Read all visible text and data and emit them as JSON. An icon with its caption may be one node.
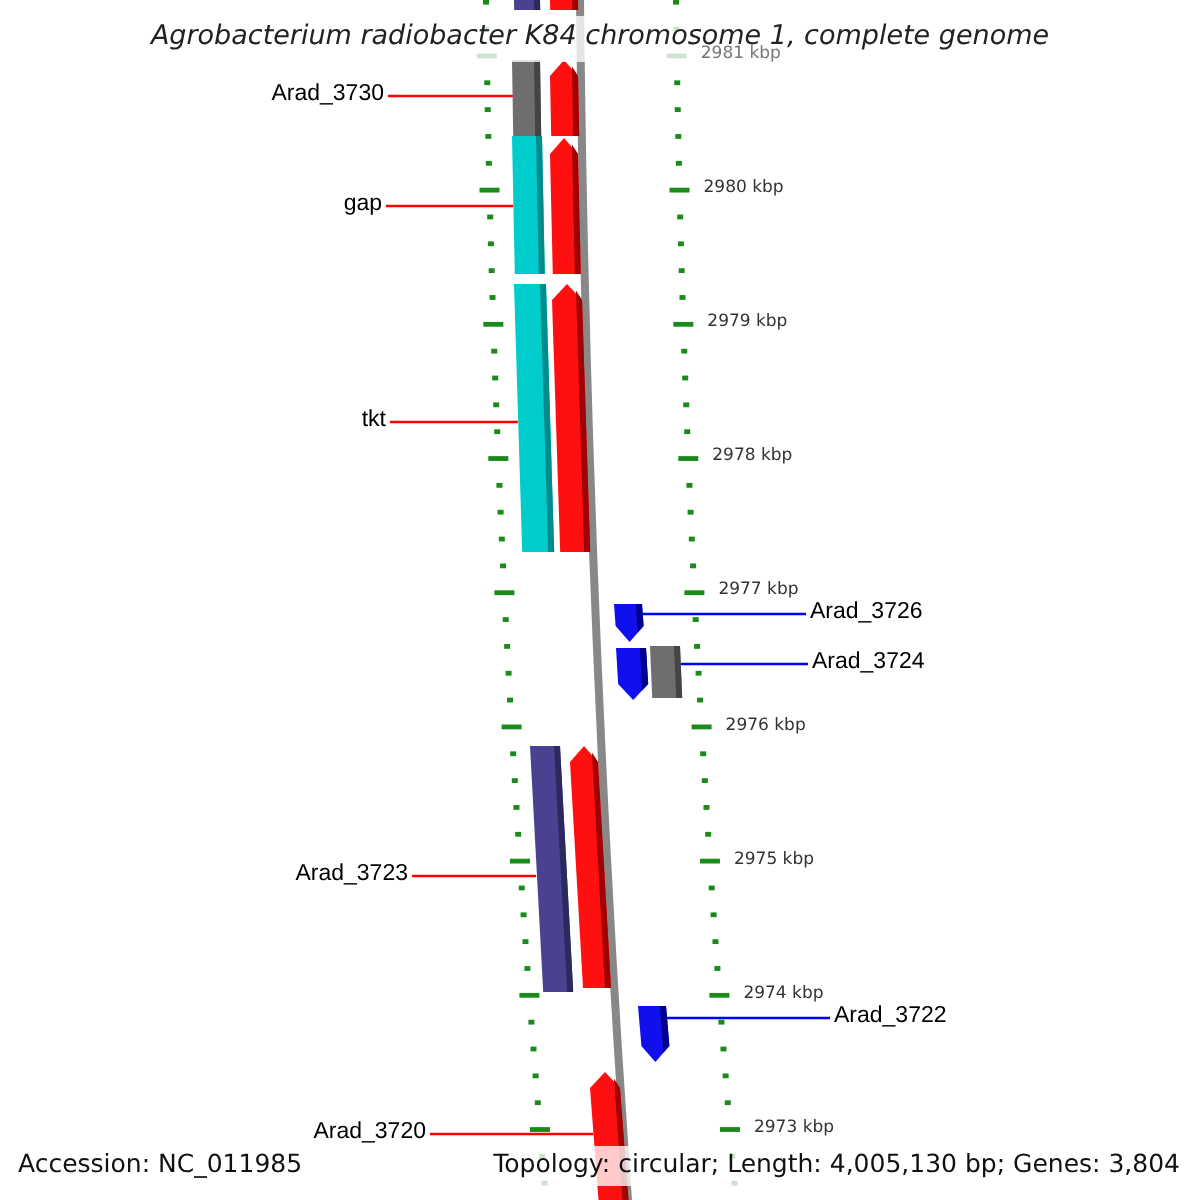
{
  "diagram": {
    "title": "Agrobacterium radiobacter K84 chromosome 1, complete genome",
    "nodes": [
      {
        "text": [],
        "shape": "bar"
      },
      {
        "text": [],
        "shape": "bar"
      },
      {
        "text": [],
        "shape": "bar"
      },
      {
        "text": [],
        "shape": "arrow"
      },
      {
        "text": [],
        "shape": "bar"
      },
      {
        "text": [],
        "shape": "arrow"
      },
      {
        "text": [],
        "shape": "bar"
      },
      {
        "text": [],
        "shape": "arrow"
      },
      {
        "text": [],
        "shape": "arrow"
      },
      {
        "text": [],
        "shape": "arrow"
      },
      {
        "text": [],
        "shape": "bar"
      },
      {
        "text": [],
        "shape": "bar"
      },
      {
        "text": [],
        "shape": "arrow"
      },
      {
        "text": [],
        "shape": "arrow"
      },
      {
        "text": [],
        "shape": "arrow"
      },
      {
        "text": [
          "Arad_3730"
        ]
      },
      {
        "text": [
          "gap"
        ]
      },
      {
        "text": [
          "tkt"
        ]
      },
      {
        "text": [
          "Arad_3726"
        ]
      },
      {
        "text": [
          "Arad_3724"
        ]
      },
      {
        "text": [
          "Arad_3723"
        ]
      },
      {
        "text": [
          "Arad_3722"
        ]
      },
      {
        "text": [
          "Arad_3720"
        ]
      }
    ],
    "edges": [
      {
        "from": 15,
        "to": 2,
        "arrow": "none"
      },
      {
        "from": 16,
        "to": 4,
        "arrow": "none"
      },
      {
        "from": 17,
        "to": 6,
        "arrow": "none"
      },
      {
        "from": 18,
        "to": 8,
        "arrow": "none",
        "color": "#0000ff"
      },
      {
        "from": 19,
        "to": 10,
        "arrow": "none",
        "color": "#0000ff"
      },
      {
        "from": 20,
        "to": 11,
        "arrow": "none"
      },
      {
        "from": 21,
        "to": 13,
        "arrow": "none",
        "color": "#0000ff"
      },
      {
        "from": 22,
        "to": 14,
        "arrow": "none"
      }
    ],
    "labels": [
      "2981 kbp",
      "2980 kbp",
      "2979 kbp",
      "2978 kbp",
      "2977 kbp",
      "2976 kbp",
      "2975 kbp",
      "2974 kbp",
      "2973 kbp",
      "Accession: NC_011985",
      "Topology: circular; Length: 4,005,130 bp; Genes: 3,804"
    ]
  }
}
